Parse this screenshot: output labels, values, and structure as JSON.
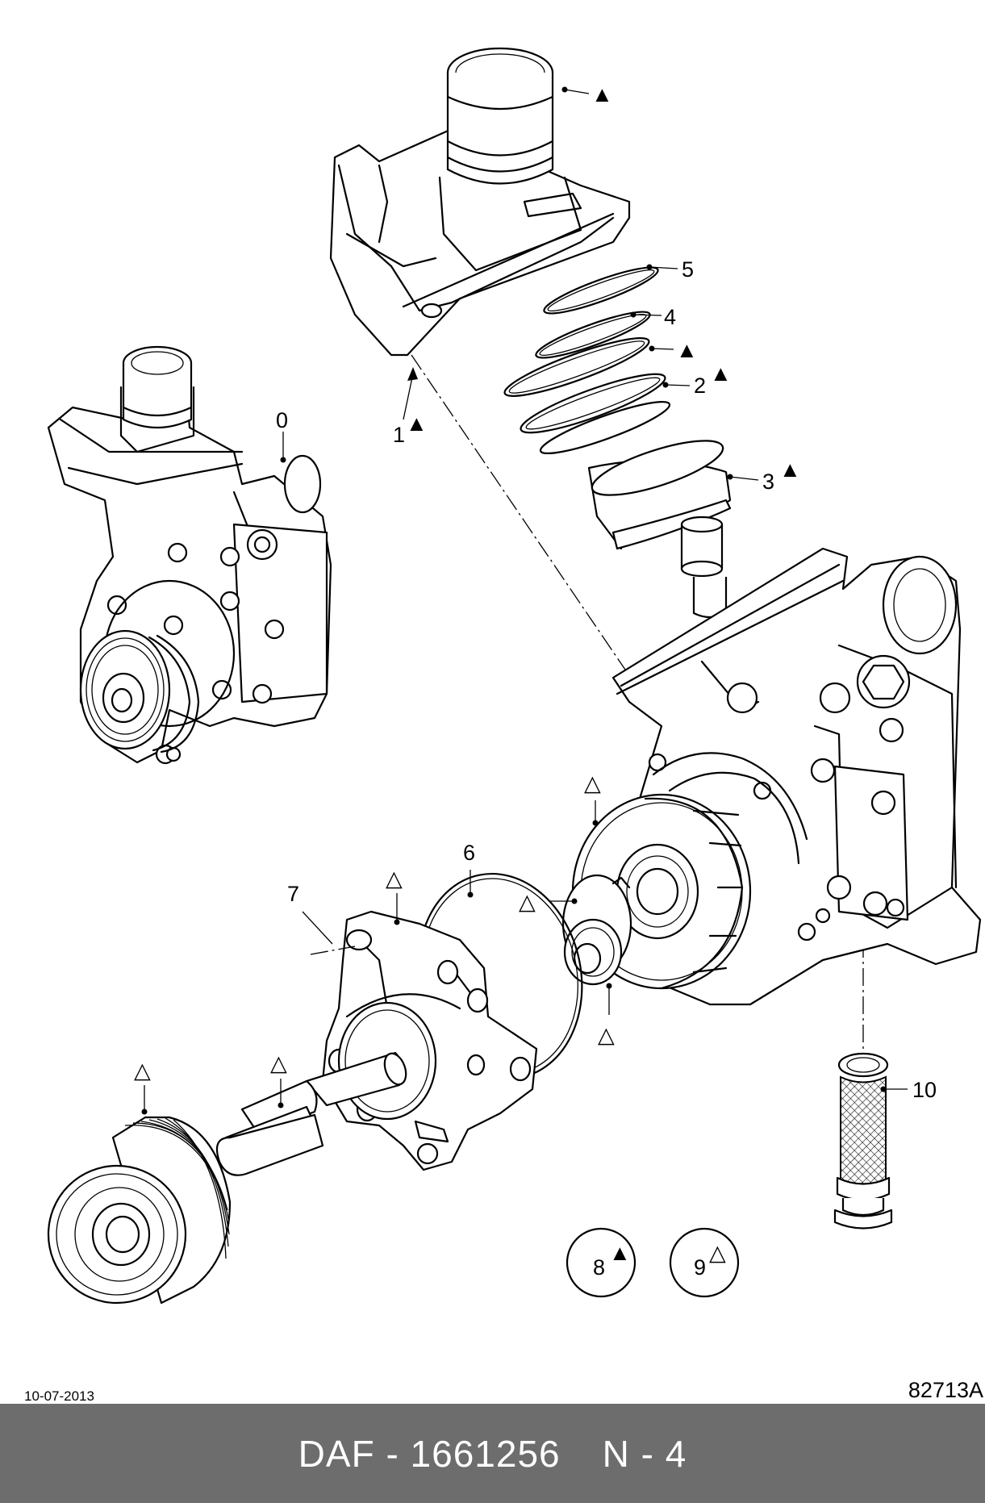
{
  "diagram": {
    "labels": {
      "p0": "0",
      "p1": "1",
      "p2": "2",
      "p3": "3",
      "p4": "4",
      "p5": "5",
      "p6": "6",
      "p7": "7",
      "p8": "8",
      "p9": "9",
      "p10": "10"
    },
    "markers": {
      "filled": "▲",
      "open": "△"
    }
  },
  "footer": {
    "date": "10-07-2013",
    "drawing_ref": "82713A",
    "part_number": "DAF - 1661256",
    "page": "N - 4"
  }
}
